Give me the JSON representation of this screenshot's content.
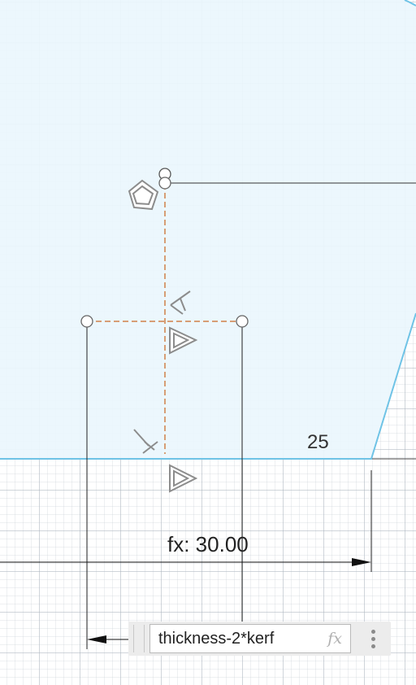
{
  "dimensions": {
    "horizontal_label": "fx: 30.00",
    "side_label": "25"
  },
  "formula_box": {
    "value": "thickness-2*kerf",
    "fx_label": "fx"
  },
  "icons": {
    "polygon": "pentagon-constraint-icon",
    "perpendicular": "perpendicular-constraint-icon",
    "triangle": "triangle-constraint-icon",
    "more": "more-options-icon"
  },
  "colors": {
    "profile_fill": "#eaf6fd",
    "profile_edge": "#6fc3e6",
    "construction": "#d0804a",
    "dimension": "#111111"
  }
}
